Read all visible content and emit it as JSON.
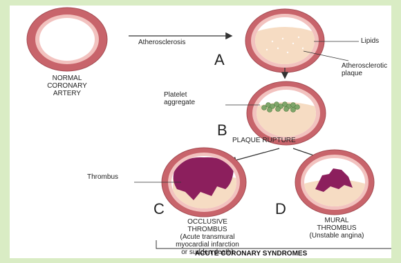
{
  "labels": {
    "normal_line1": "NORMAL",
    "normal_line2": "CORONARY",
    "normal_line3": "ARTERY",
    "process_label": "Atherosclerosis",
    "step_a": "A",
    "lipids": "Lipids",
    "athero_line1": "Atherosclerotic",
    "athero_line2": "plaque",
    "platelet_line1": "Platelet",
    "platelet_line2": "aggregate",
    "step_b": "B",
    "plaque_rupture": "PLAQUE RUPTURE",
    "thrombus": "Thrombus",
    "step_c": "C",
    "occlusive_line1": "OCCLUSIVE",
    "occlusive_line2": "THROMBUS",
    "occlusive_line3": "(Acute transmural",
    "occlusive_line4": "myocardial infarction",
    "occlusive_line5": "or sudden death)",
    "step_d": "D",
    "mural_line1": "MURAL",
    "mural_line2": "THROMBUS",
    "mural_line3": "(Unstable angina)",
    "syndromes": "ACUTE CORONARY SYNDROMES"
  },
  "colors": {
    "background": "#d9ecc4",
    "artery_wall": "#c8646b",
    "intima": "#f2c2bf",
    "lumen": "#ffffff",
    "plaque": "#f6dcc3",
    "platelets": "#7fa66b",
    "thrombus": "#8c1f5d"
  }
}
